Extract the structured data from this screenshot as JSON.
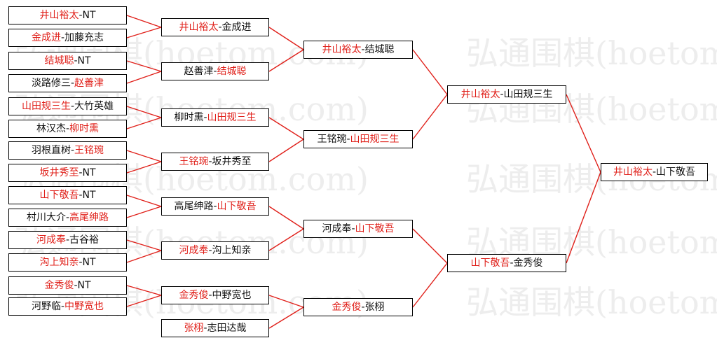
{
  "colors": {
    "winner": "#e0201a",
    "loser": "#111111",
    "connector": "#e0201a",
    "watermark": "#ededed"
  },
  "watermark_text": "弘通围棋(hoetom.com)",
  "bracket": {
    "round1": [
      {
        "a": "井山裕太",
        "b": "NT",
        "winner": "a"
      },
      {
        "a": "金成进",
        "b": "加藤充志",
        "winner": "a"
      },
      {
        "a": "结城聪",
        "b": "NT",
        "winner": "a"
      },
      {
        "a": "淡路修三",
        "b": "赵善津",
        "winner": "b"
      },
      {
        "a": "山田规三生",
        "b": "大竹英雄",
        "winner": "a"
      },
      {
        "a": "林汉杰",
        "b": "柳时熏",
        "winner": "b"
      },
      {
        "a": "羽根直树",
        "b": "王铭琬",
        "winner": "b"
      },
      {
        "a": "坂井秀至",
        "b": "NT",
        "winner": "a"
      },
      {
        "a": "山下敬吾",
        "b": "NT",
        "winner": "a"
      },
      {
        "a": "村川大介",
        "b": "高尾绅路",
        "winner": "b"
      },
      {
        "a": "河成奉",
        "b": "古谷裕",
        "winner": "a"
      },
      {
        "a": "沟上知亲",
        "b": "NT",
        "winner": "a"
      },
      {
        "a": "金秀俊",
        "b": "NT",
        "winner": "a"
      },
      {
        "a": "河野临",
        "b": "中野宽也",
        "winner": "b"
      }
    ],
    "round2": [
      {
        "a": "井山裕太",
        "b": "金成进",
        "winner": "a"
      },
      {
        "a": "赵善津",
        "b": "结城聪",
        "winner": "b"
      },
      {
        "a": "柳时熏",
        "b": "山田规三生",
        "winner": "b"
      },
      {
        "a": "王铭琬",
        "b": "坂井秀至",
        "winner": "a"
      },
      {
        "a": "高尾绅路",
        "b": "山下敬吾",
        "winner": "b"
      },
      {
        "a": "河成奉",
        "b": "沟上知亲",
        "winner": "a"
      },
      {
        "a": "金秀俊",
        "b": "中野宽也",
        "winner": "a"
      },
      {
        "a": "张栩",
        "b": "志田达哉",
        "winner": "a"
      }
    ],
    "round3": [
      {
        "a": "井山裕太",
        "b": "结城聪",
        "winner": "a"
      },
      {
        "a": "王铭琬",
        "b": "山田规三生",
        "winner": "b"
      },
      {
        "a": "河成奉",
        "b": "山下敬吾",
        "winner": "b"
      },
      {
        "a": "金秀俊",
        "b": "张栩",
        "winner": "a"
      }
    ],
    "round4": [
      {
        "a": "井山裕太",
        "b": "山田规三生",
        "winner": "a"
      },
      {
        "a": "山下敬吾",
        "b": "金秀俊",
        "winner": "a"
      }
    ],
    "final": [
      {
        "a": "井山裕太",
        "b": "山下敬吾",
        "winner": "a"
      }
    ]
  }
}
